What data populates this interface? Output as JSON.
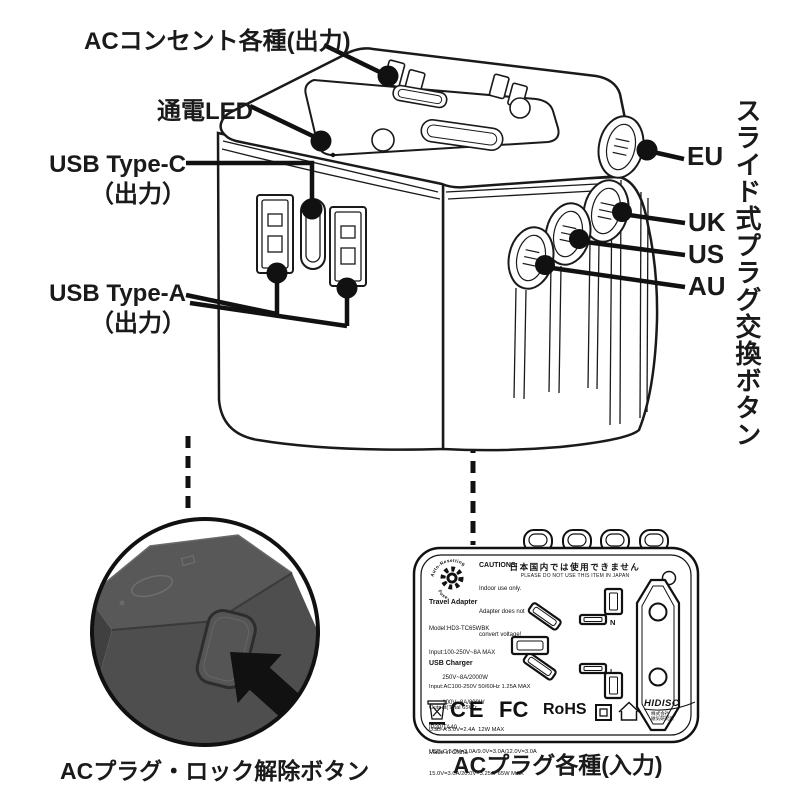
{
  "page": {
    "background": "#ffffff",
    "ink": "#1a1a1a",
    "photo_gray": "#4e4e4e"
  },
  "callouts": {
    "ac_outlets": "ACコンセント各種(出力)",
    "power_led": "通電LED",
    "usb_c_1": "USB Type-C",
    "usb_c_2": "（出力）",
    "usb_a_1": "USB Type-A",
    "usb_a_2": "（出力）",
    "eu": "EU",
    "uk": "UK",
    "us": "US",
    "au": "AU",
    "slide_vertical": "スライド式プラグ交換ボタン",
    "lock_release": "ACプラグ・ロック解除ボタン",
    "ac_input": "ACプラグ各種(入力)"
  },
  "plate": {
    "fuse_top": "Auto-Resetting",
    "fuse_bottom": "Fuse",
    "cautions_title": "CAUTIONS:",
    "cautions": [
      "Indoor use only.",
      "Adapter does not",
      "convert voltage!"
    ],
    "warn_jp": "日本国内では使用できません",
    "warn_en": "PLEASE DO NOT USE THIS ITEM IN JAPAN",
    "ta_title": "Travel Adapter",
    "ta": [
      "Model:HD3-TC65WBK",
      "Input:100-250V~8A MAX",
      "        250V~8A/2000W",
      "        100V~8A/800W",
      "IP20/TA40",
      "Made in China"
    ],
    "uc_title": "USB Charger",
    "uc": [
      "Input:AC100-250V 50/60Hz 1.25A MAX",
      "Output(Total 65W):",
      "USB-A 5.0V=2.4A  12W MAX",
      "USB-C 5.0V=3.0A/9.0V=3.0A/12.0V=3.0A",
      "15.0V=3.0A/20.0V=3.25A  65W MAX"
    ],
    "terminal_n": "N",
    "terminal_l": "L",
    "cert_ce": "CE",
    "cert_fcc": "FC",
    "cert_rohs": "RoHS",
    "brand": "HIDISC",
    "brand_sub": [
      "株式会社",
      "磁気研究所"
    ]
  }
}
